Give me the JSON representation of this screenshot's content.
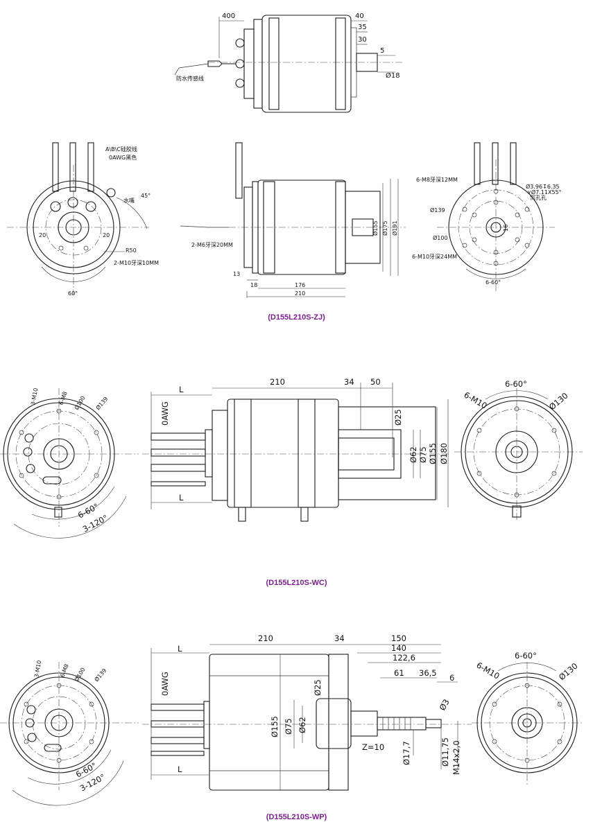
{
  "accent_color": "#7a1f8a",
  "sections": [
    {
      "caption": "(D155L210S-ZJ)",
      "top": {
        "d400": "400",
        "d40": "40",
        "d35": "35",
        "d30": "30",
        "d5": "5",
        "d18": "Ø18",
        "cable_label": "防水传感线"
      },
      "left": {
        "wire_label_1": "A\\B\\C硅胶线",
        "wire_label_2": "0AWG黑色",
        "nozzle_label": "水嘴",
        "angle45": "45°",
        "d20a": "20",
        "d20b": "20",
        "r50": "R50",
        "thread": "2-M10牙深10MM",
        "angle60": "60°"
      },
      "middle": {
        "d155": "Ø155",
        "d175": "Ø175",
        "d191": "Ø191",
        "m6": "2-M6牙深20MM",
        "d13": "13",
        "d18": "18",
        "d176": "176",
        "d210": "210"
      },
      "right": {
        "m8": "6-M8牙深12MM",
        "d139": "Ø139",
        "d100": "Ø100",
        "m10": "6-M10牙深24MM",
        "angle": "6-60°",
        "key1": "Ø3.96↧6.35",
        "key2": "∨Ø7.11X55°",
        "key3": "沉孔孔",
        "d16": "16"
      }
    },
    {
      "caption": "(D155L210S-WC)",
      "left": {
        "m10": "3-M10",
        "m8": "6-M8",
        "d100": "Ø100",
        "d139": "Ø139",
        "a60": "6-60°",
        "a120": "3-120°"
      },
      "middle": {
        "d210": "210",
        "d34": "34",
        "d50": "50",
        "awg": "0AWG",
        "L1": "L",
        "L2": "L",
        "d25": "Ø25",
        "d62": "Ø62",
        "d75": "Ø75",
        "d155": "Ø155",
        "d180": "Ø180"
      },
      "right": {
        "a60": "6-60°",
        "m10": "6-M10",
        "d130": "Ø130"
      }
    },
    {
      "caption": "(D155L210S-WP)",
      "left": {
        "m10": "3-M10",
        "m8": "6-M8",
        "d100": "Ø100",
        "d139": "Ø139",
        "a60": "6-60°",
        "a120": "3-120°"
      },
      "middle": {
        "d210": "210",
        "d34": "34",
        "d150": "150",
        "d140": "140",
        "d1226": "122,6",
        "d61": "61",
        "d365": "36,5",
        "d6": "6",
        "d3": "Ø3",
        "awg": "0AWG",
        "L1": "L",
        "L2": "L",
        "d25": "Ø25",
        "d155": "Ø155",
        "d75": "Ø75",
        "d62": "Ø62",
        "z": "Z=10",
        "d177": "Ø17,7",
        "d1175": "Ø11,75",
        "m14": "M14x2,0"
      },
      "right": {
        "a60": "6-60°",
        "m10": "6-M10",
        "d130": "Ø130"
      }
    }
  ]
}
